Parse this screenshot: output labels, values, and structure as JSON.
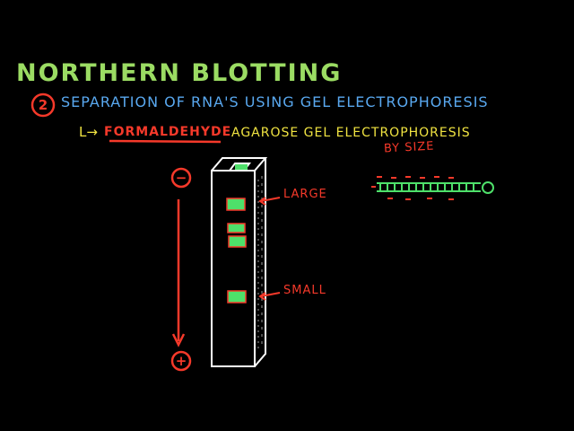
{
  "title": "NORTHERN BLOTTING",
  "step": {
    "number": "2",
    "text": "SEPARATION OF RNA'S USING GEL ELECTROPHORESIS"
  },
  "subpoint": {
    "arrow": "L→",
    "highlight": "FORMALDEHYDE",
    "rest": "AGAROSE GEL ELECTROPHORESIS",
    "annotation": "BY SIZE"
  },
  "gel": {
    "negative_terminal": "−",
    "positive_terminal": "+",
    "large_label": "LARGE",
    "small_label": "SMALL"
  },
  "colors": {
    "title": "#9bdc63",
    "step": "#59a8ef",
    "red": "#f5392a",
    "yellow": "#f0e341",
    "band": "#4ee06a",
    "gel": "#ffffff"
  }
}
